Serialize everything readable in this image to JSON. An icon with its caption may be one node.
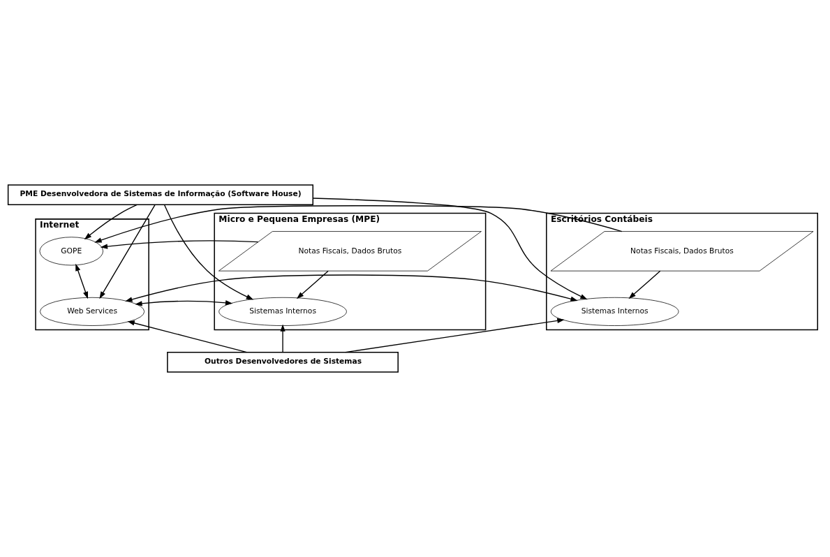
{
  "diagram": {
    "nodes": [
      {
        "text": [
          "PME Desenvolvedora de Sistemas de Informação (Software House)"
        ]
      },
      {
        "text": [
          "Micro e Pequena Empresas (MPE)"
        ]
      },
      {
        "text": [
          "Internet"
        ]
      },
      {
        "text": [
          "Escritórios Contábeis"
        ]
      },
      {
        "text": [
          "Notas Fiscais, Dados Brutos"
        ],
        "in": 1
      },
      {
        "text": [
          "Sistemas Internos"
        ],
        "in": 1
      },
      {
        "text": [
          "GOPE"
        ],
        "in": 2
      },
      {
        "text": [
          "Web Services"
        ],
        "in": 2
      },
      {
        "text": [
          "Notas Fiscais, Dados Brutos"
        ],
        "in": 3
      },
      {
        "text": [
          "Sistemas Internos"
        ],
        "in": 3
      },
      {
        "text": [
          "Outros Desenvolvedores de Sistemas"
        ]
      }
    ],
    "edges": [
      {
        "from": 0,
        "to": 5,
        "arrow": "to"
      },
      {
        "from": 0,
        "to": 7,
        "arrow": "to"
      },
      {
        "from": 0,
        "to": 6,
        "arrow": "to"
      },
      {
        "from": 0,
        "to": 9,
        "arrow": "to"
      },
      {
        "from": 4,
        "to": 6,
        "arrow": "to"
      },
      {
        "from": 8,
        "to": 6,
        "arrow": "to"
      },
      {
        "from": 4,
        "to": 5,
        "arrow": "to"
      },
      {
        "from": 8,
        "to": 9,
        "arrow": "to"
      },
      {
        "from": 6,
        "to": 7,
        "arrow": "both"
      },
      {
        "from": 5,
        "to": 7,
        "arrow": "both"
      },
      {
        "from": 7,
        "to": 9,
        "arrow": "both"
      },
      {
        "from": 10,
        "to": 5,
        "arrow": "to"
      },
      {
        "from": 10,
        "to": 7,
        "arrow": "to"
      },
      {
        "from": 10,
        "to": 9,
        "arrow": "to"
      }
    ]
  }
}
